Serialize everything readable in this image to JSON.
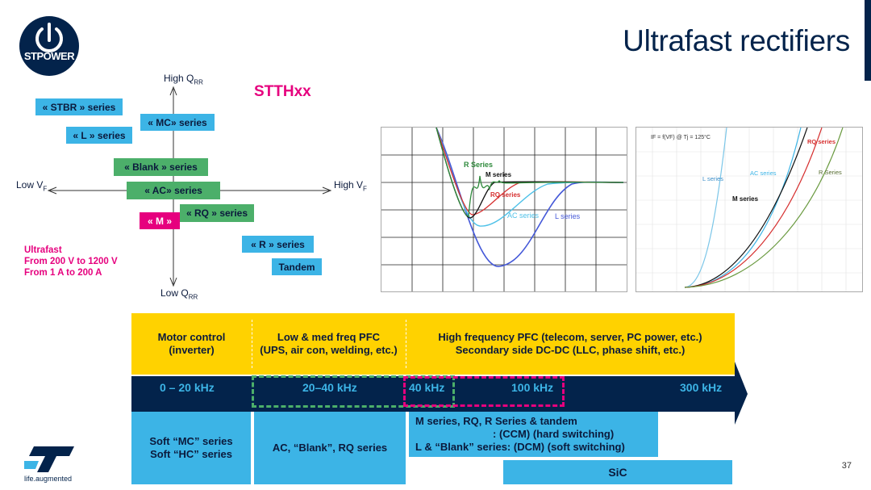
{
  "header": {
    "title": "Ultrafast rectifiers",
    "logo_text": "STPOWER"
  },
  "quadrant": {
    "top_label_main": "High Q",
    "top_label_sub": "RR",
    "bottom_label_main": "Low Q",
    "bottom_label_sub": "RR",
    "left_label_main": "Low V",
    "left_label_sub": "F",
    "right_label_main": "High V",
    "right_label_sub": "F",
    "family": "STTHxx",
    "series": {
      "stbr": "« STBR » series",
      "mc": "« MC» series",
      "l": "« L » series",
      "blank": "« Blank » series",
      "ac": "« AC» series",
      "m": "« M »",
      "rq": "« RQ » series",
      "r": "« R » series",
      "tandem": "Tandem"
    },
    "ultrafast": [
      "Ultrafast",
      "From 200 V to 1200 V",
      "From 1 A to 200 A"
    ]
  },
  "recovery_chart": {
    "labels": {
      "r": "R Series",
      "m": "M series",
      "rq": "RQ series",
      "ac": "AC  series",
      "l": "L series"
    }
  },
  "vf_chart": {
    "title": "IF = f(VF) @ Tj = 125°C",
    "labels": {
      "l": "L series",
      "ac": "AC  series",
      "rq": "RQ series",
      "r": "R Series",
      "m": "M series"
    }
  },
  "applications": {
    "motor": [
      "Motor control",
      "(inverter)"
    ],
    "pfc_low": [
      "Low & med freq PFC",
      "(UPS, air con, welding, etc.)"
    ],
    "pfc_high": [
      "High frequency PFC (telecom, server, PC power, etc.)",
      "Secondary side DC-DC (LLC, phase shift, etc.)"
    ]
  },
  "frequency": {
    "f1": "0 – 20 kHz",
    "f2": "20–40 kHz",
    "f3": "40 kHz",
    "f4": "100 kHz",
    "f5": "300 kHz"
  },
  "products": {
    "soft": [
      "Soft “MC” series",
      "Soft “HC” series"
    ],
    "ac": "AC, “Blank”, RQ series",
    "m": [
      "M series, RQ, R Series & tandem",
      ": (CCM) (hard switching)",
      "L & “Blank” series: (DCM) (soft switching)"
    ],
    "sic": "SiC"
  },
  "footer": {
    "page": "37",
    "tagline": "life.augmented"
  },
  "colors": {
    "navy": "#03234b",
    "yellow": "#ffd200",
    "light_blue": "#3cb4e6",
    "green": "#4caf6a",
    "pink": "#e6007e"
  }
}
